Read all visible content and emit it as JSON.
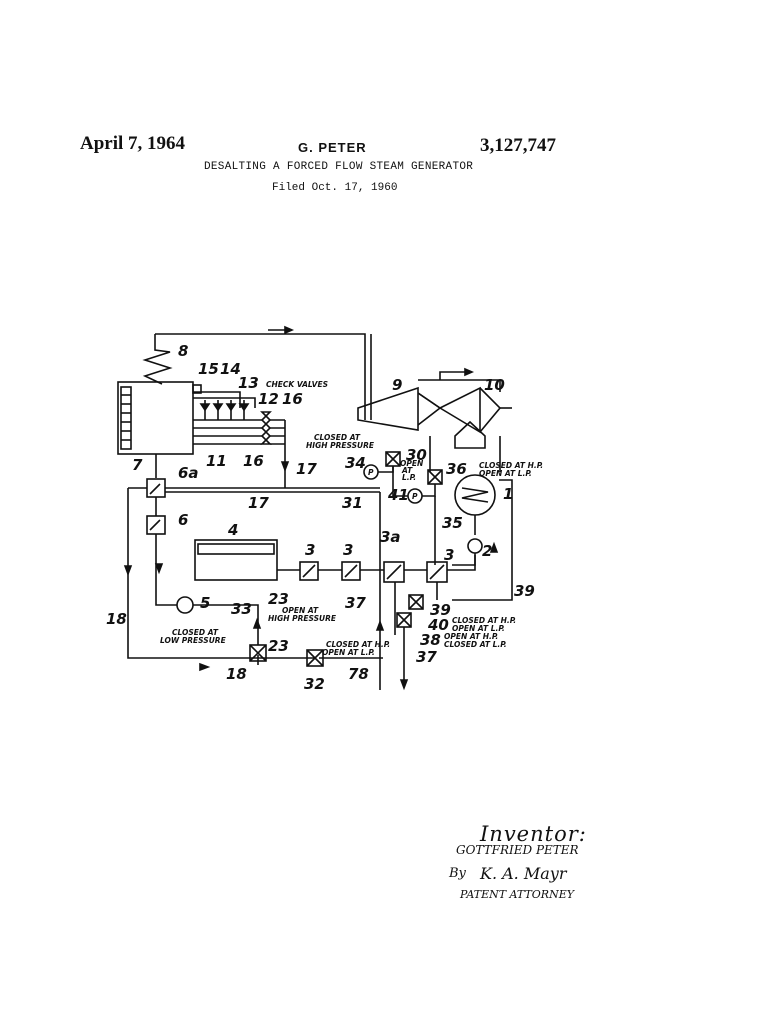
{
  "header": {
    "date": "April 7, 1964",
    "inventor_name": "G. PETER",
    "patent_number": "3,127,747",
    "title": "DESALTING A FORCED FLOW STEAM GENERATOR",
    "filed": "Filed Oct. 17, 1960"
  },
  "drawing": {
    "labels": {
      "n1": "1",
      "n2": "2",
      "n3a": "3",
      "n3b": "3",
      "n3c": "3",
      "n3d": "3a",
      "n4": "4",
      "n5": "5",
      "n6": "6",
      "n6a": "6a",
      "n7": "7",
      "n8": "8",
      "n9": "9",
      "n10": "10",
      "n11": "11",
      "n12": "12",
      "n13": "13",
      "n14": "14",
      "n15": "15",
      "n16a": "16",
      "n16b": "16",
      "n17a": "17",
      "n17b": "17",
      "n18a": "18",
      "n18b": "18",
      "n23a": "23",
      "n23b": "23",
      "n30": "30",
      "n31": "31",
      "n32": "32",
      "n33": "33",
      "n34": "34",
      "n35": "35",
      "n36": "36",
      "n37a": "37",
      "n37b": "37",
      "n38": "38",
      "n39a": "39",
      "n39b": "39",
      "n40": "40",
      "n41": "41",
      "n78": "78"
    },
    "annotations": {
      "check_valves": "CHECK VALVES",
      "v30_a": "CLOSED AT",
      "v30_b": "HIGH PRESSURE",
      "v34_a": "OPEN",
      "v34_b": "AT",
      "v34_c": "L.P.",
      "v36_a": "CLOSED AT H.P.",
      "v36_b": "OPEN AT L.P.",
      "v33_a": "OPEN AT",
      "v33_b": "HIGH PRESSURE",
      "v5_a": "CLOSED AT",
      "v5_b": "LOW PRESSURE",
      "v32_a": "CLOSED AT H.P.",
      "v32_b": "OPEN AT L.P.",
      "v40_a": "CLOSED AT H.P.",
      "v40_b": "OPEN AT L.P.",
      "v38_a": "OPEN AT H.P.",
      "v38_b": "CLOSED AT L.P.",
      "pump_symbol": "P"
    }
  },
  "signature": {
    "heading": "Inventor:",
    "name": "GOTTFRIED PETER",
    "by": "By",
    "attorney": "K. A. Mayr",
    "role": "PATENT ATTORNEY"
  }
}
